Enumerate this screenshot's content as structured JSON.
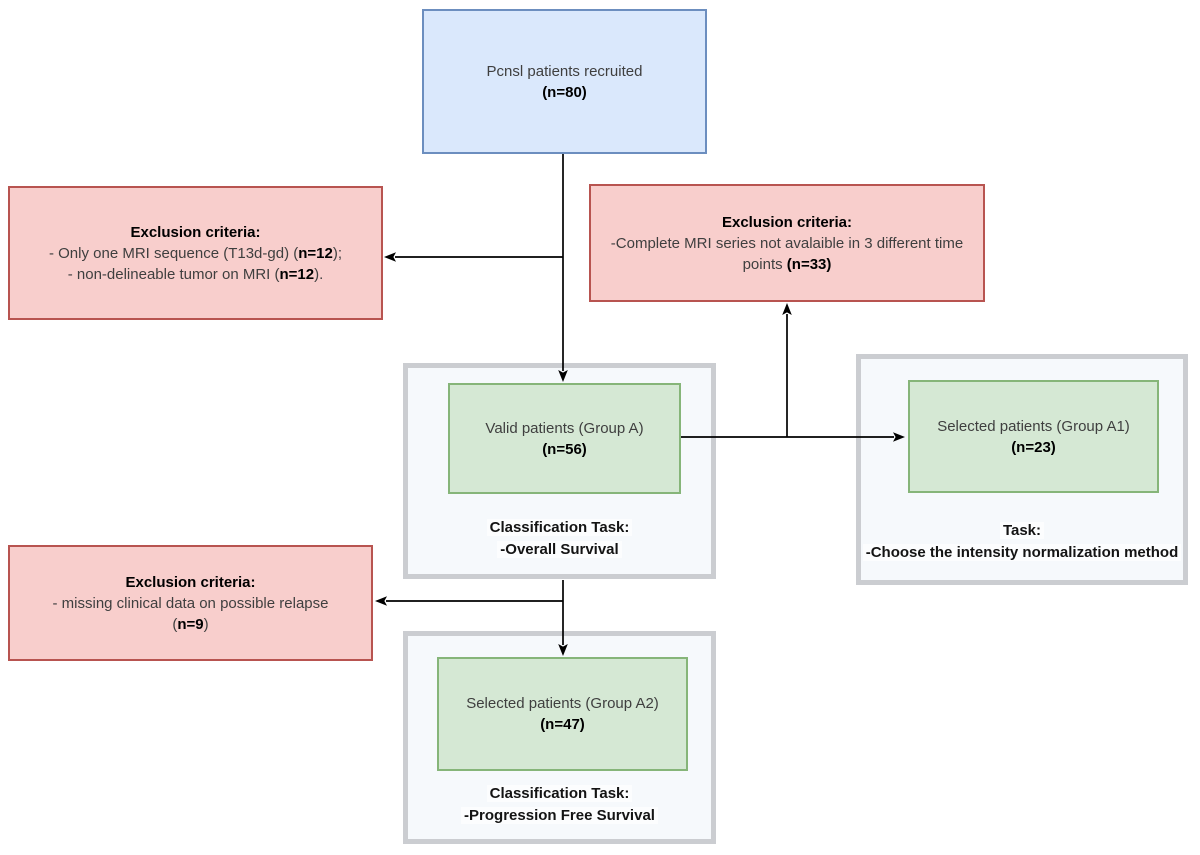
{
  "nodes": {
    "recruited": {
      "label": "Pcnsl patients recruited",
      "count": "(n=80)"
    },
    "exclusion_top_left": {
      "title": "Exclusion criteria:",
      "item1_pre": "- Only one MRI sequence (T13d-gd) (",
      "item1_n": "n=12",
      "item1_post": ");",
      "item2_pre": "- non-delineable tumor on MRI (",
      "item2_n": "n=12",
      "item2_post": ")."
    },
    "exclusion_top_right": {
      "title": "Exclusion criteria:",
      "item1_pre": "-Complete MRI series not avalaible in 3 different time points ",
      "item1_n": "(n=33)",
      "item1_post": ""
    },
    "exclusion_bottom_left": {
      "title": "Exclusion criteria:",
      "item1": "- missing clinical data on possible relapse",
      "item2_pre": "(",
      "item2_n": "n=9",
      "item2_post": ")"
    },
    "group_a": {
      "label": "Valid patients (Group A)",
      "count": "(n=56)",
      "caption_title": "Classification Task:",
      "caption_body": "-Overall Survival"
    },
    "group_a1": {
      "label": "Selected patients (Group A1)",
      "count": "(n=23)",
      "caption_title": "Task:",
      "caption_body": "-Choose the intensity normalization method"
    },
    "group_a2": {
      "label": "Selected patients (Group A2)",
      "count": "(n=47)",
      "caption_title": "Classification Task:",
      "caption_body": "-Progression Free Survival"
    }
  },
  "colors": {
    "node_blue_fill": "#dae8fc",
    "node_blue_border": "#6c8ebf",
    "node_red_fill": "#f8cecc",
    "node_red_border": "#b85450",
    "node_green_fill": "#d5e8d4",
    "node_green_border": "#86b579",
    "container_fill": "#f6f9fc",
    "container_border": "#cbcdd1",
    "arrow": "#000000"
  }
}
